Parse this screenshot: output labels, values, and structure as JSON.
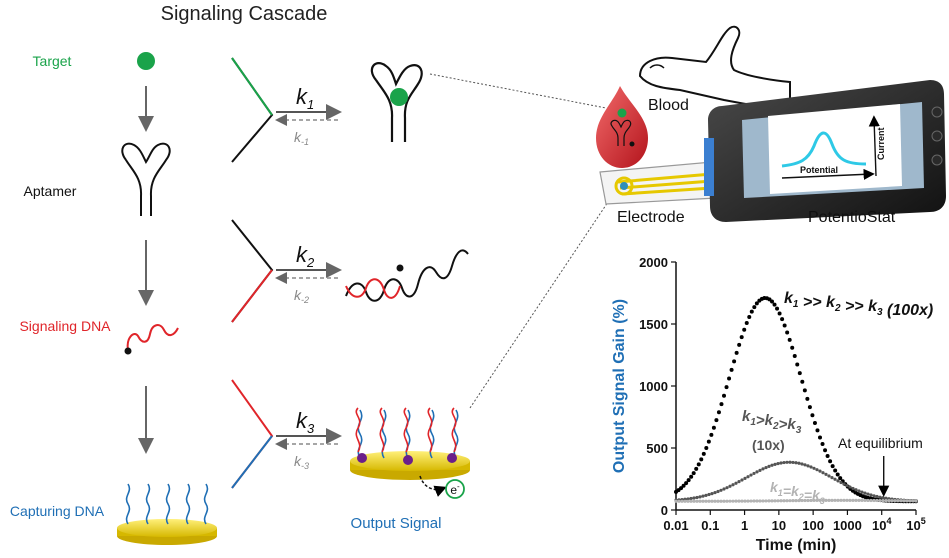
{
  "title": "Signaling Cascade",
  "left_labels": {
    "target": "Target",
    "aptamer": "Aptamer",
    "signaling_dna": "Signaling DNA",
    "capturing_dna": "Capturing DNA"
  },
  "rates": [
    {
      "fwd": "k",
      "fwd_sub": "1",
      "rev": "k",
      "rev_sub": "-1"
    },
    {
      "fwd": "k",
      "fwd_sub": "2",
      "rev": "k",
      "rev_sub": "-2"
    },
    {
      "fwd": "k",
      "fwd_sub": "3",
      "rev": "k",
      "rev_sub": "-3"
    }
  ],
  "output_signal_label": "Output Signal",
  "electron_label": "e",
  "electron_sup": "-",
  "device": {
    "blood_label": "Blood",
    "electrode_label": "Electrode",
    "potentiostat_label": "PotentioStat",
    "screen_xlabel": "Potential",
    "screen_ylabel": "Current"
  },
  "colors": {
    "target_green": "#1aa34a",
    "signaling_red": "#e0252a",
    "capturing_blue": "#1f6fb5",
    "gold": "#f2d200",
    "axis_title_blue": "#1f6fb5",
    "screen_curve": "#2ec9e6"
  },
  "chart_data": {
    "type": "scatter",
    "xscale": "log",
    "xlim": [
      0.01,
      100000
    ],
    "ylim": [
      0,
      2000
    ],
    "xticks": [
      "0.01",
      "0.1",
      "1",
      "10",
      "100",
      "1000",
      "10^4",
      "10^5"
    ],
    "yticks": [
      "0",
      "500",
      "1000",
      "1500",
      "2000"
    ],
    "xlabel": "Time (min)",
    "ylabel": "Output Signal Gain (%)",
    "series": [
      {
        "label_main": "k1 >> k2 >> k3 (100x)",
        "color": "#000000",
        "peak_x": 4,
        "peak_y": 1710,
        "width_decades": 1.05,
        "baseline": 70
      },
      {
        "label_main": "k1>k2>k3",
        "label_sub": "(10x)",
        "color": "#555555",
        "peak_x": 20,
        "peak_y": 385,
        "width_decades": 1.25,
        "baseline": 70
      },
      {
        "label_main": "k1=k2=k3",
        "color": "#b3b3b3",
        "peak_x": 600,
        "peak_y": 78,
        "width_decades": 1.6,
        "baseline": 70
      }
    ],
    "annotations": [
      {
        "text": "At equilibrium",
        "arrow_to_x": 10000,
        "arrow_to_y": 80
      }
    ]
  }
}
